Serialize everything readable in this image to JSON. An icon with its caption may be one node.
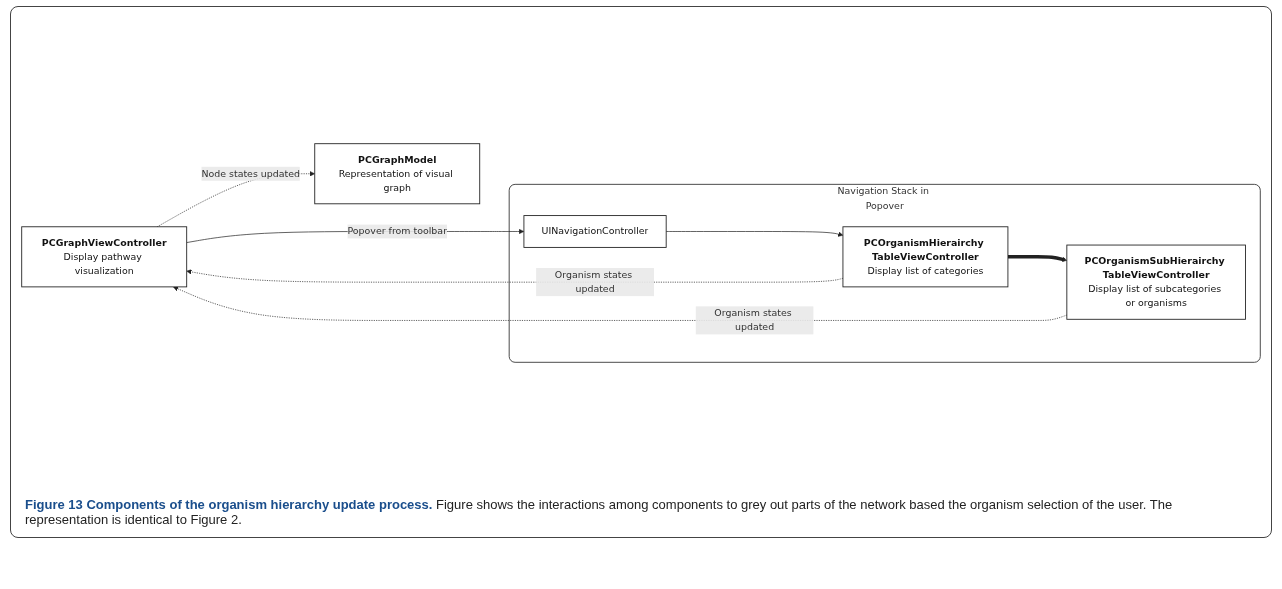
{
  "diagram": {
    "caption": "**Figure 13 Components of the organism hierarchy update process.** Figure shows the interactions among components to grey out parts of the network based the organism selection of the user. The representation is identical to Figure 2.",
    "nodes": [
      {
        "text": [
          "PCGraphViewController",
          "Display pathway visualization"
        ]
      },
      {
        "text": [
          "Navigation Stack in Popover"
        ]
      },
      {
        "text": [
          "UINavigationController"
        ],
        "in": 1
      },
      {
        "text": [
          "PCOrganismHierairchy TableViewController",
          "Display list of categories"
        ],
        "in": 1
      },
      {
        "text": [
          "PCOrganismSubHierairchy TableViewController",
          "Display list of subcategories or organisms"
        ],
        "in": 1
      },
      {
        "text": [
          "PCGraphModel",
          "Representation of visual graph"
        ]
      }
    ],
    "edges": [
      {
        "from": 0,
        "to": 2,
        "arrow": "to",
        "label": "Popover from toolbar"
      },
      {
        "from": 2,
        "to": 3,
        "arrow": "to"
      },
      {
        "from": 3,
        "to": 4,
        "arrow": "to",
        "style": "thick"
      },
      {
        "from": 3,
        "to": 0,
        "arrow": "to",
        "style": "dashed",
        "label": "Organism states updated"
      },
      {
        "from": 4,
        "to": 0,
        "arrow": "to",
        "style": "dashed",
        "label": "Organism states updated"
      },
      {
        "from": 0,
        "to": 5,
        "arrow": "to",
        "style": "dashed",
        "label": "Node states updated"
      }
    ]
  }
}
